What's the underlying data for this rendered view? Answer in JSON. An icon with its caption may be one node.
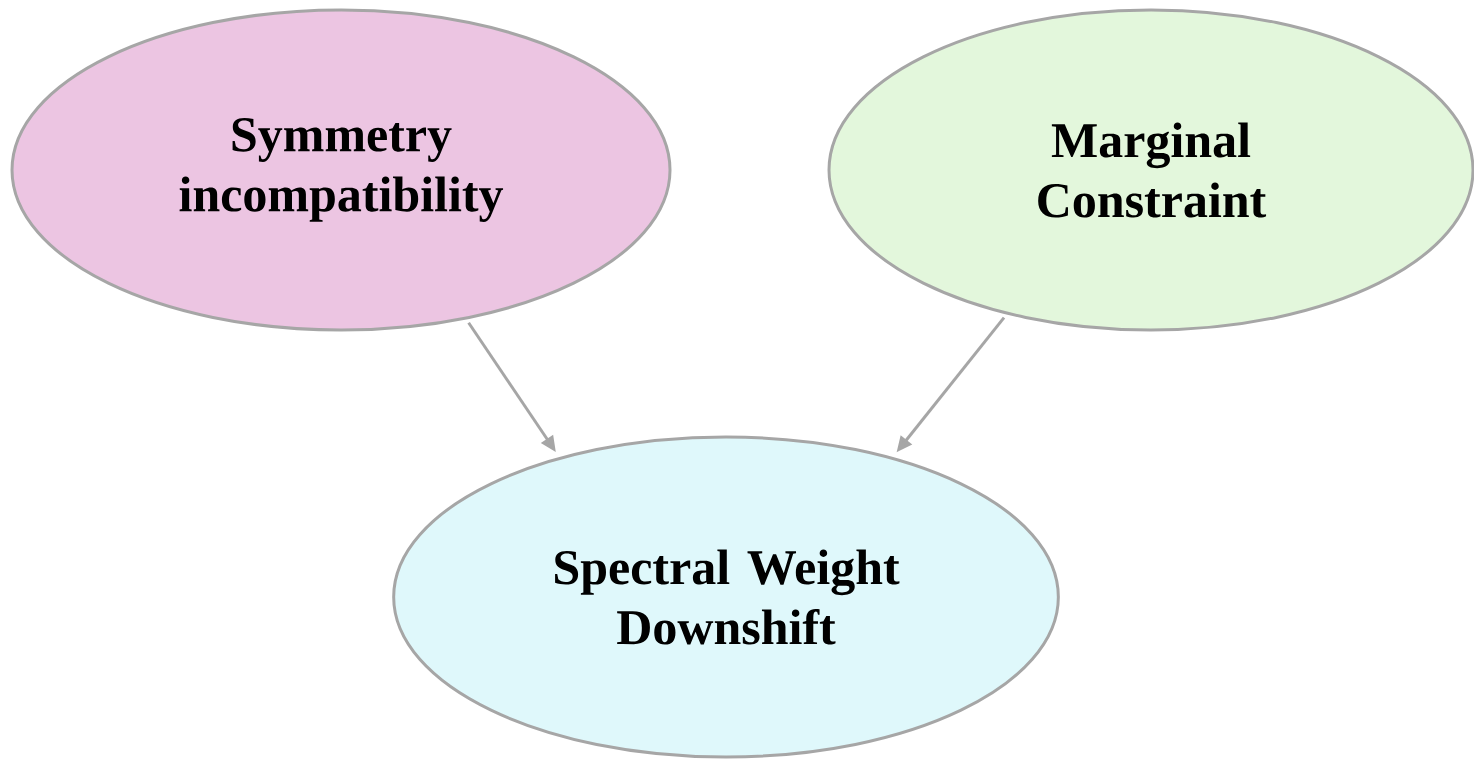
{
  "diagram": {
    "nodes": [
      {
        "text": [
          "Symmetry incompatibility"
        ]
      },
      {
        "text": [
          "Marginal Constraint"
        ]
      },
      {
        "text": [
          "Spectral Weight Downshift"
        ]
      }
    ],
    "edges": [
      {
        "from": 0,
        "to": 2,
        "arrow": "to"
      },
      {
        "from": 1,
        "to": 2,
        "arrow": "to"
      }
    ]
  }
}
